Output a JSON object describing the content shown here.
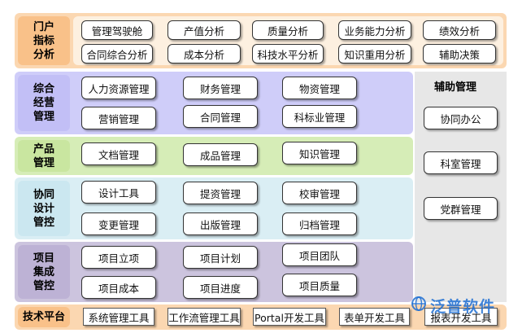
{
  "colors": {
    "portal": "#fbd7b1",
    "portal_label": "#f9c189",
    "ops": "#cfcdf9",
    "ops_label": "#c2bff6",
    "product": "#d6edb7",
    "product_label": "#c9e6a0",
    "collab": "#daeef4",
    "collab_label": "#cbe7f0",
    "project": "#ccc4de",
    "project_label": "#bdb2d5",
    "aux": "#e7e7e7",
    "tech": "#fbd7b1",
    "tech_label": "#f9c189"
  },
  "portal": {
    "label": "门户\n指标\n分析",
    "items": [
      "管理驾驶舱",
      "产值分析",
      "质量分析",
      "业务能力分析",
      "绩效分析",
      "合同综合分析",
      "成本分析",
      "科技水平分析",
      "知识重用分析",
      "辅助决策"
    ]
  },
  "ops": {
    "label": "综合\n经营\n管理",
    "items": [
      "人力资源管理",
      "财务管理",
      "物资管理",
      "营销管理",
      "合同管理",
      "科标业管理"
    ]
  },
  "product": {
    "label": "产品\n管理",
    "items": [
      "文档管理",
      "成品管理",
      "知识管理"
    ]
  },
  "collab": {
    "label": "协同\n设计\n管控",
    "items": [
      "设计工具",
      "提资管理",
      "校审管理",
      "变更管理",
      "出版管理",
      "归档管理"
    ]
  },
  "project": {
    "label": "项目\n集成\n管控",
    "items": [
      "项目立项",
      "项目计划",
      "项目团队",
      "项目成本",
      "项目进度",
      "项目质量"
    ]
  },
  "aux": {
    "title": "辅助管理",
    "items": [
      "协同办公",
      "科室管理",
      "党群管理"
    ]
  },
  "tech": {
    "label": "技术平台",
    "items": [
      "系统管理工具",
      "工作流管理工具",
      "Portal开发工具",
      "表单开发工具",
      "报表开发工具"
    ]
  },
  "watermark": {
    "text": "泛普软件",
    "icon": "globe-logo-icon"
  }
}
